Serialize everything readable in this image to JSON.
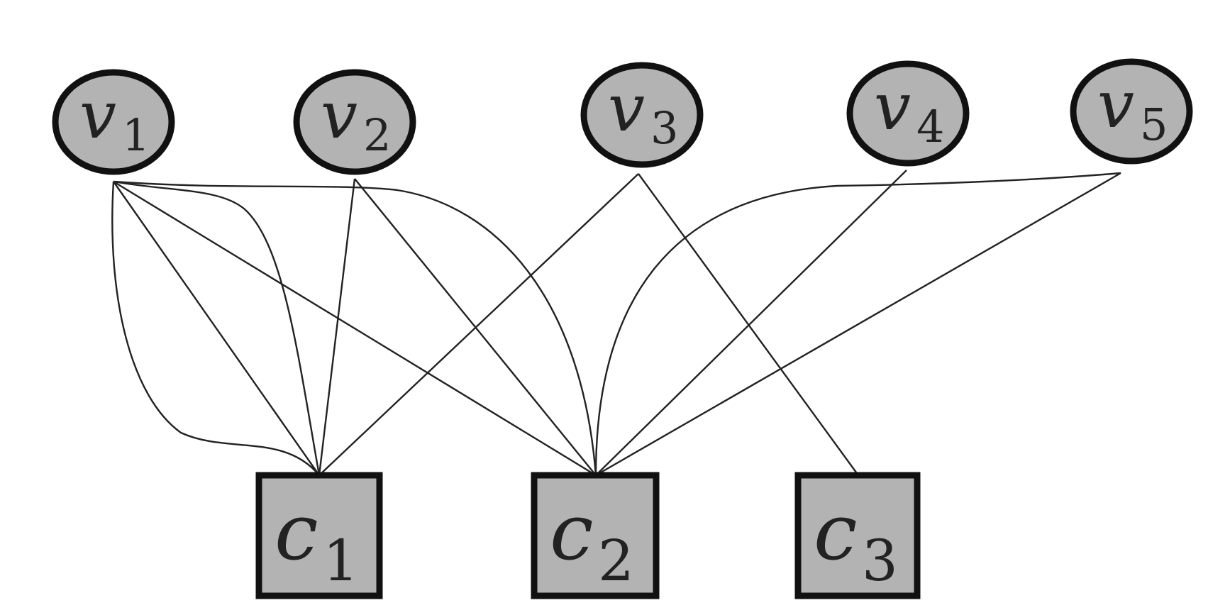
{
  "diagram": {
    "background": "#ffffff",
    "node_fill": "#b3b3b3",
    "node_stroke": "#111111",
    "edge_color": "#222222",
    "variable_nodes": [
      {
        "id": "v1",
        "letter": "v",
        "index": "1"
      },
      {
        "id": "v2",
        "letter": "v",
        "index": "2"
      },
      {
        "id": "v3",
        "letter": "v",
        "index": "3"
      },
      {
        "id": "v4",
        "letter": "v",
        "index": "4"
      },
      {
        "id": "v5",
        "letter": "v",
        "index": "5"
      }
    ],
    "constraint_nodes": [
      {
        "id": "c1",
        "letter": "c",
        "index": "1"
      },
      {
        "id": "c2",
        "letter": "c",
        "index": "2"
      },
      {
        "id": "c3",
        "letter": "c",
        "index": "3"
      }
    ],
    "edges": [
      {
        "from": "v1",
        "to": "c1",
        "kind": "straight"
      },
      {
        "from": "v1",
        "to": "c1",
        "kind": "curve-left"
      },
      {
        "from": "v1",
        "to": "c1",
        "kind": "curve-right"
      },
      {
        "from": "v1",
        "to": "c2",
        "kind": "straight"
      },
      {
        "from": "v1",
        "to": "c2",
        "kind": "curve"
      },
      {
        "from": "v2",
        "to": "c1",
        "kind": "straight"
      },
      {
        "from": "v2",
        "to": "c2",
        "kind": "straight"
      },
      {
        "from": "v3",
        "to": "c1",
        "kind": "straight"
      },
      {
        "from": "v3",
        "to": "c3",
        "kind": "straight"
      },
      {
        "from": "v4",
        "to": "c2",
        "kind": "straight"
      },
      {
        "from": "v5",
        "to": "c2",
        "kind": "straight"
      },
      {
        "from": "v5",
        "to": "c2",
        "kind": "curve"
      }
    ]
  }
}
